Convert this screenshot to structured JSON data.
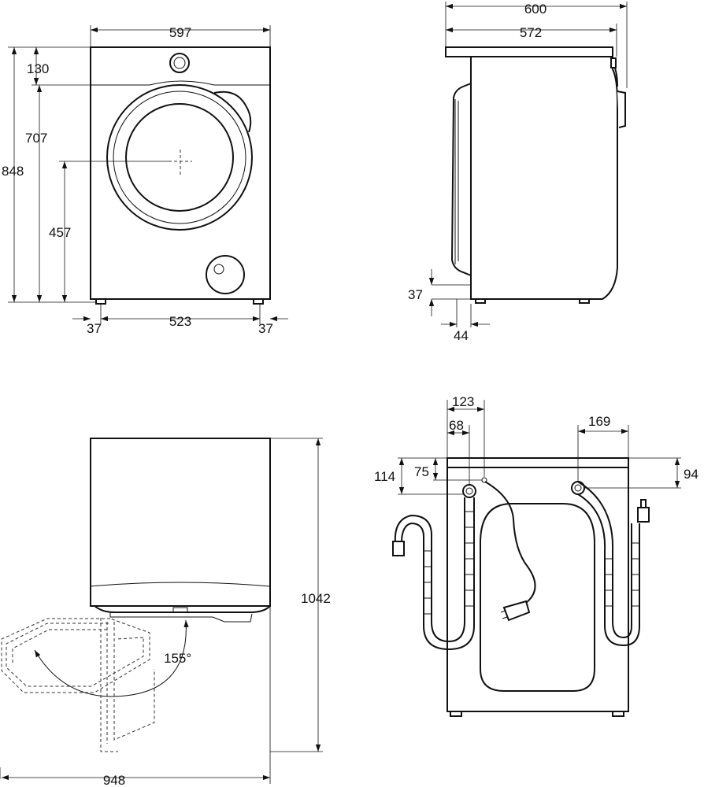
{
  "front_view": {
    "width": "597",
    "top_panel_height": "130",
    "door_top_height": "707",
    "total_height": "848",
    "door_center_height": "457",
    "left_foot": "37",
    "feet_distance": "523",
    "right_foot": "37"
  },
  "side_view": {
    "total_depth": "600",
    "body_depth": "572",
    "foot_height": "37",
    "foot_offset": "44"
  },
  "door_view": {
    "total_depth_open": "948",
    "height_with_door": "1042",
    "door_angle": "155°"
  },
  "rear_view": {
    "drain_offset": "123",
    "power_offset": "68",
    "inlet_offset": "169",
    "drain_height": "114",
    "power_height": "75",
    "inlet_height": "94"
  }
}
